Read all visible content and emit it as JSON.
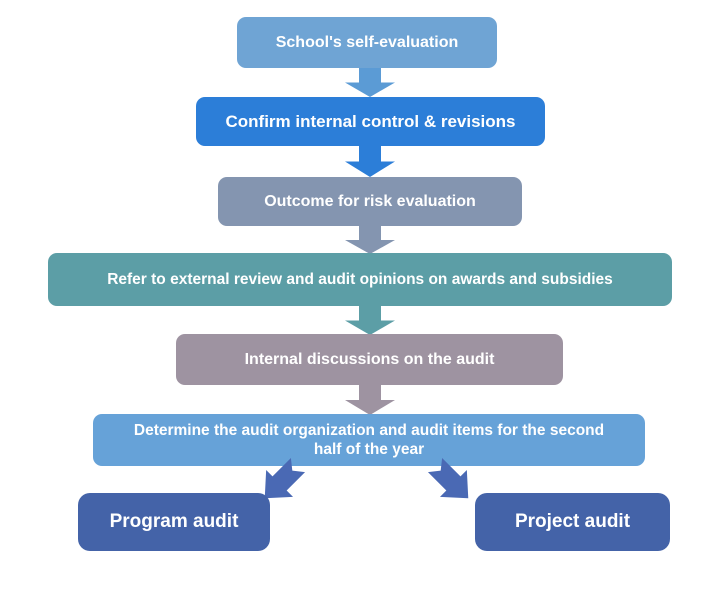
{
  "diagram": {
    "type": "flowchart",
    "background": "#FFFFFF",
    "nodes": [
      {
        "id": "school-self-evaluation",
        "label": "School's self-evaluation",
        "fill": "#6FA4D4",
        "text_color": "#FFFFFF"
      },
      {
        "id": "confirm-internal-control",
        "label": "Confirm internal control & revisions",
        "fill": "#2C7ED8",
        "text_color": "#FFFFFF"
      },
      {
        "id": "outcome-risk-evaluation",
        "label": "Outcome for risk evaluation",
        "fill": "#8495B0",
        "text_color": "#FFFFFF"
      },
      {
        "id": "refer-external-review",
        "label": "Refer to external review and audit opinions on awards and subsidies",
        "fill": "#5C9EA6",
        "text_color": "#FFFFFF"
      },
      {
        "id": "internal-discussions",
        "label": "Internal discussions on the audit",
        "fill": "#9E93A1",
        "text_color": "#FFFFFF"
      },
      {
        "id": "determine-audit-org",
        "label": "Determine the audit organization and audit items for the second half of the year",
        "fill": "#66A2D8",
        "text_color": "#FFFFFF"
      },
      {
        "id": "program-audit",
        "label": "Program audit",
        "fill": "#4463A8",
        "text_color": "#FFFFFF"
      },
      {
        "id": "project-audit",
        "label": "Project audit",
        "fill": "#4463A8",
        "text_color": "#FFFFFF"
      }
    ],
    "connectors": [
      {
        "id": "arrow-1",
        "from": "school-self-evaluation",
        "to": "confirm-internal-control",
        "direction": "down",
        "fill": "#5B9BD5"
      },
      {
        "id": "arrow-2",
        "from": "confirm-internal-control",
        "to": "outcome-risk-evaluation",
        "direction": "down",
        "fill": "#2C7ED8"
      },
      {
        "id": "arrow-3",
        "from": "outcome-risk-evaluation",
        "to": "refer-external-review",
        "direction": "down",
        "fill": "#8495B0"
      },
      {
        "id": "arrow-4",
        "from": "refer-external-review",
        "to": "internal-discussions",
        "direction": "down",
        "fill": "#5C9EA6"
      },
      {
        "id": "arrow-5",
        "from": "internal-discussions",
        "to": "determine-audit-org",
        "direction": "down",
        "fill": "#9E93A1"
      },
      {
        "id": "arrow-to-program",
        "from": "determine-audit-org",
        "to": "program-audit",
        "direction": "down-left",
        "fill": "#4A69B4"
      },
      {
        "id": "arrow-to-project",
        "from": "determine-audit-org",
        "to": "project-audit",
        "direction": "down-right",
        "fill": "#4A69B4"
      }
    ]
  }
}
